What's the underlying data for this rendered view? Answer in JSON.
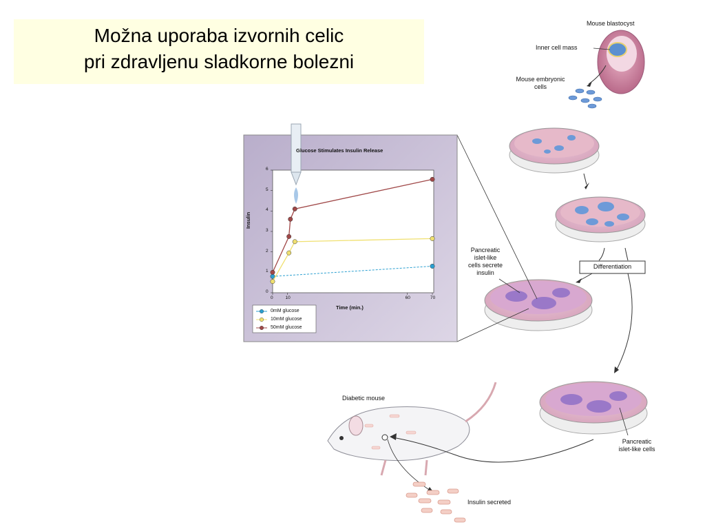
{
  "title": {
    "line1": "Možna uporaba izvornih celic",
    "line2": "pri zdravljenu sladkorne bolezni"
  },
  "labels": {
    "blastocyst": "Mouse blastocyst",
    "inner_mass": "Inner cell mass",
    "embryonic_1": "Mouse embryonic",
    "embryonic_2": "cells",
    "differentiation": "Differentiation",
    "secrete_1": "Pancreatic",
    "secrete_2": "islet-like",
    "secrete_3": "cells secrete",
    "secrete_4": "insulin",
    "islet_1": "Pancreatic",
    "islet_2": "islet-like cells",
    "diabetic": "Diabetic mouse",
    "insulin_secreted": "Insulin secreted"
  },
  "chart_data": {
    "type": "line",
    "title": "Glucose Stimulates Insulin Release",
    "xlabel": "Time (min.)",
    "ylabel": "Insulin",
    "x_ticks": [
      "0",
      "10",
      "60",
      "70"
    ],
    "y_ticks": [
      "0",
      "1",
      "2",
      "3",
      "4",
      "5",
      "6"
    ],
    "ylim": [
      0,
      6
    ],
    "series": [
      {
        "name": "0mM glucose",
        "color": "#2a9fd0",
        "points": [
          [
            0,
            0.8
          ],
          [
            70,
            1.3
          ]
        ]
      },
      {
        "name": "10mM glucose",
        "color": "#f0e070",
        "points": [
          [
            0,
            0.55
          ],
          [
            11,
            1.95
          ],
          [
            15,
            2.5
          ],
          [
            70,
            2.65
          ]
        ]
      },
      {
        "name": "50mM glucose",
        "color": "#a04848",
        "points": [
          [
            0,
            1.0
          ],
          [
            11,
            2.75
          ],
          [
            12,
            3.6
          ],
          [
            15,
            4.1
          ],
          [
            70,
            5.55
          ]
        ]
      }
    ]
  },
  "colors": {
    "title_bg": "#ffffe2",
    "chart_panel": "#c9c0d8",
    "plot_bg": "#ffffff"
  }
}
